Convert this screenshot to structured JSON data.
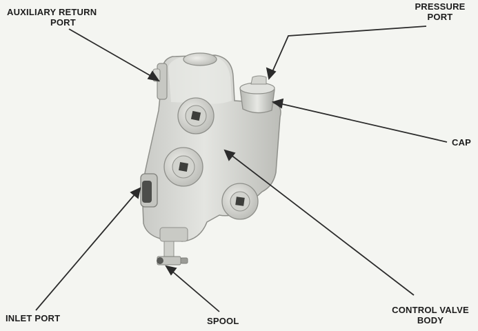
{
  "labels": {
    "auxiliary_return_port": {
      "line1": "AUXILIARY RETURN",
      "line2": "PORT"
    },
    "pressure_port": {
      "line1": "PRESSURE",
      "line2": "PORT"
    },
    "cap": "CAP",
    "control_valve_body": {
      "line1": "CONTROL VALVE",
      "line2": "BODY"
    },
    "inlet_port": "INLET PORT",
    "spool": "SPOOL"
  }
}
